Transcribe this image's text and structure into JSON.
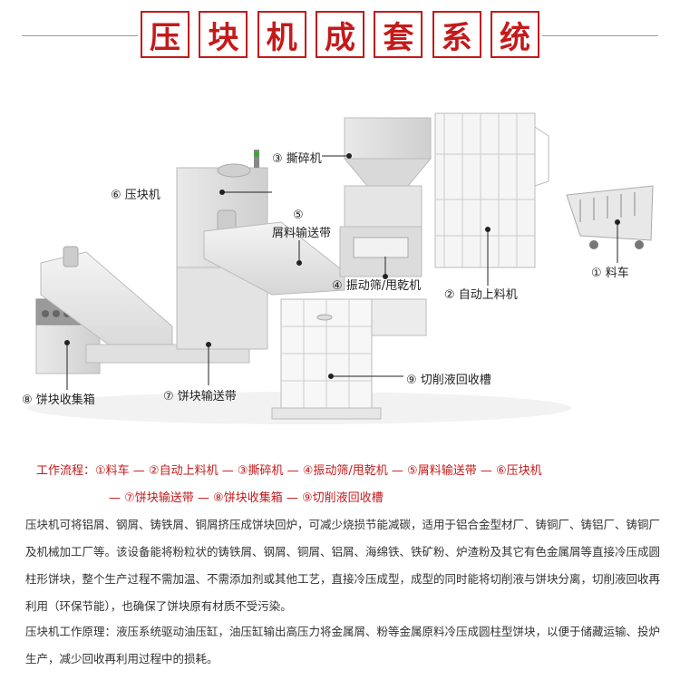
{
  "title": {
    "chars": [
      "压",
      "块",
      "机",
      "成",
      "套",
      "系",
      "统"
    ]
  },
  "labels": {
    "l1": "① 料车",
    "l2": "② 自动上料机",
    "l3": "③ 撕碎机",
    "l4": "④ 振动筛/甩乾机",
    "l5a": "⑤",
    "l5b": "屑料输送带",
    "l6": "⑥ 压块机",
    "l7": "⑦ 饼块输送带",
    "l8": "⑧ 饼块收集箱",
    "l9": "⑨ 切削液回收槽"
  },
  "flow": {
    "line1": "工作流程：①料车 — ②自动上料机 — ③撕碎机 — ④振动筛/甩乾机 — ⑤屑料输送带 — ⑥压块机",
    "line2": "— ⑦饼块输送带 — ⑧饼块收集箱 — ⑨切削液回收槽"
  },
  "paragraphs": {
    "p1": "压块机可将铝屑、钢屑、铸铁屑、铜屑挤压成饼块回炉，可减少烧损节能减碳，适用于铝合金型材厂、铸铜厂、铸铝厂、铸铜厂及机械加工厂等。该设备能将粉粒状的铸铁屑、钢屑、铜屑、铝屑、海绵铁、铁矿粉、炉渣粉及其它有色金属屑等直接冷压成圆柱形饼块，整个生产过程不需加温、不需添加剂或其他工艺，直接冷压成型，成型的同时能将切削液与饼块分离，切削液回收再利用（环保节能），也确保了饼块原有材质不受污染。",
    "p2": "压块机工作原理：液压系统驱动油压缸，油压缸输出高压力将金属屑、粉等金属原料冷压成圆柱型饼块，以便于储藏运输、投炉生产，减少回收再利用过程中的损耗。"
  }
}
